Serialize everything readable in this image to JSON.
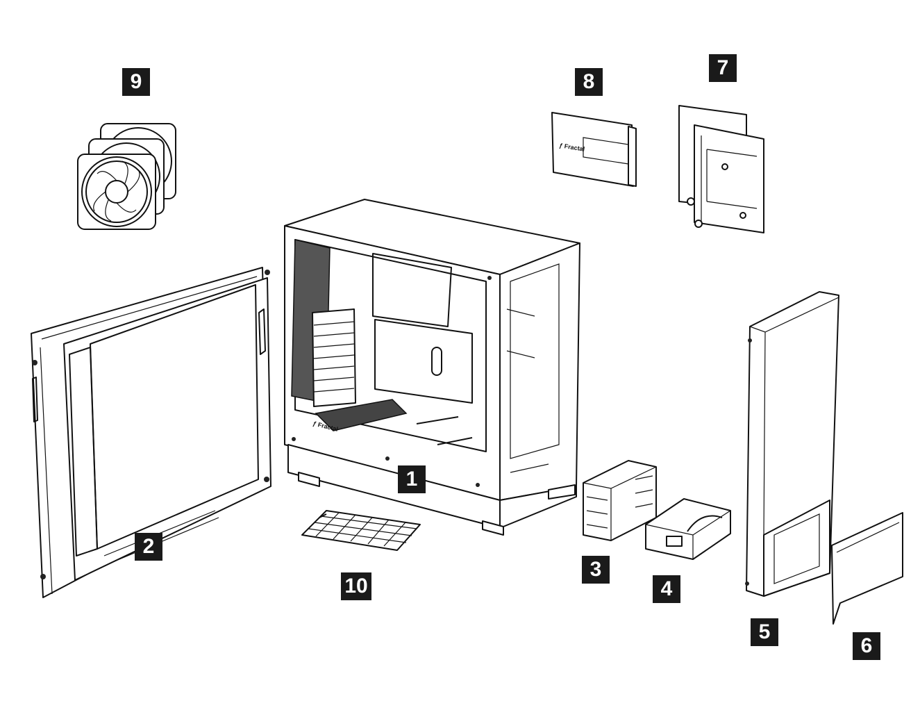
{
  "diagram": {
    "type": "exploded-parts-view",
    "parts": [
      {
        "number": "1",
        "part": "case-chassis"
      },
      {
        "number": "2",
        "part": "side-panels"
      },
      {
        "number": "3",
        "part": "drive-cage"
      },
      {
        "number": "4",
        "part": "psu-tray"
      },
      {
        "number": "5",
        "part": "front-panel"
      },
      {
        "number": "6",
        "part": "psu-cover"
      },
      {
        "number": "7",
        "part": "ssd-brackets"
      },
      {
        "number": "8",
        "part": "ssd-plate"
      },
      {
        "number": "9",
        "part": "fans"
      },
      {
        "number": "10",
        "part": "dust-filter"
      }
    ],
    "brand_mark": "Fractal"
  }
}
